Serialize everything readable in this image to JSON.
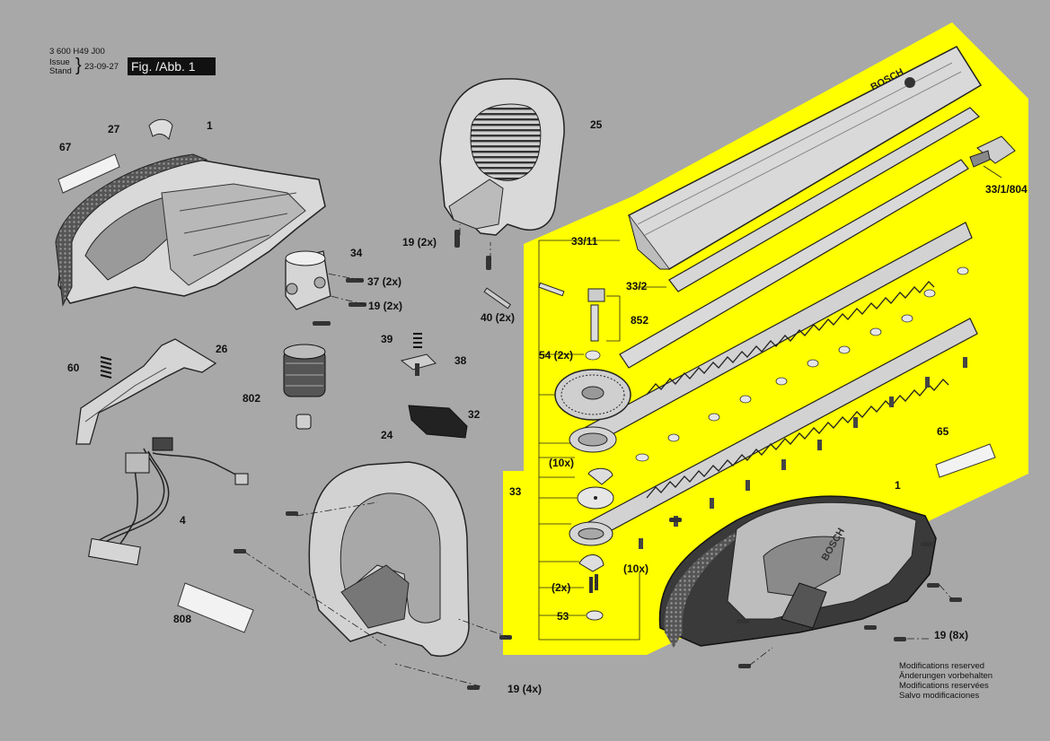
{
  "header": {
    "part_no": "3 600 H49 J00",
    "issue_label": "Issue",
    "stand_label": "Stand",
    "date": "23-09-27",
    "figure": "Fig. /Abb. 1"
  },
  "labels": {
    "l67": "67",
    "l27": "27",
    "l1_top": "1",
    "l25": "25",
    "l34": "34",
    "l19_2x_a": "19 (2x)",
    "l37_2x": "37 (2x)",
    "l19_2x_b": "19 (2x)",
    "l40_2x": "40 (2x)",
    "l60": "60",
    "l26": "26",
    "l39": "39",
    "l38": "38",
    "l802": "802",
    "l32": "32",
    "l24": "24",
    "l4": "4",
    "l808": "808",
    "l19_4x": "19 (4x)",
    "l33_11": "33/11",
    "l33_2": "33/2",
    "l33_1_804": "33/1/804",
    "l852": "852",
    "l54_2x": "54 (2x)",
    "l10x_a": "(10x)",
    "l33": "33",
    "l10x_b": "(10x)",
    "l2x": "(2x)",
    "l53": "53",
    "l65": "65",
    "l1_right": "1",
    "l19_8x": "19 (8x)"
  },
  "notes": [
    "Modifications reserved",
    "Änderungen vorbehalten",
    "Modifications reservées",
    "Salvo modificaciones"
  ],
  "brand_marks": {
    "cover_logo": "BOSCH",
    "housing_logo": "BOSCH"
  },
  "colors": {
    "background": "#a8a8a8",
    "highlight": "#ffff00",
    "parts_fill": "#d7d7d7",
    "parts_dark": "#3a3a3a",
    "figure_box": "#111111"
  }
}
